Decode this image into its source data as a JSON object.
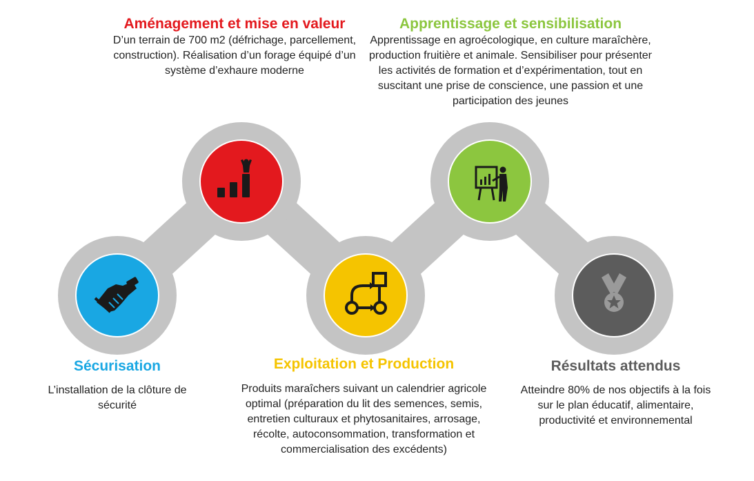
{
  "colors": {
    "track": "#c4c4c4",
    "securisation": "#19a7e3",
    "amenagement": "#e3191e",
    "exploitation": "#f5c400",
    "apprentissage": "#8cc63f",
    "resultats": "#5c5c5c",
    "icon_dark": "#1a1a1a",
    "icon_light": "#ffffff",
    "icon_muted": "#9a9a9a"
  },
  "steps": {
    "securisation": {
      "title": "Sécurisation",
      "desc": "L’installation de la clôture de sécurité",
      "icon": "handshake-icon"
    },
    "amenagement": {
      "title": "Aménagement et mise en valeur",
      "desc": "D’un terrain de 700 m2 (défrichage, parcellement, construction). Réalisation d’un forage équipé d’un système d’exhaure moderne",
      "icon": "growth-chart-icon"
    },
    "exploitation": {
      "title": "Exploitation et Production",
      "desc": "Produits maraîchers suivant un calendrier agricole optimal (préparation du lit des semences, semis, entretien culturaux et phytosanitaires, arrosage, récolte, autoconsommation, transformation et commercialisation des excédents)",
      "icon": "workflow-icon"
    },
    "apprentissage": {
      "title": "Apprentissage et sensibilisation",
      "desc": "Apprentissage en agroécologique, en culture maraîchère, production fruitière et animale. Sensibiliser pour présenter les activités de formation et d’expérimentation, tout en suscitant une prise de conscience, une passion et une participation des jeunes",
      "icon": "presentation-icon"
    },
    "resultats": {
      "title": "Résultats attendus",
      "desc": "Atteindre 80% de nos objectifs à la fois sur le plan éducatif, alimentaire, productivité et environnemental",
      "icon": "medal-icon"
    }
  }
}
